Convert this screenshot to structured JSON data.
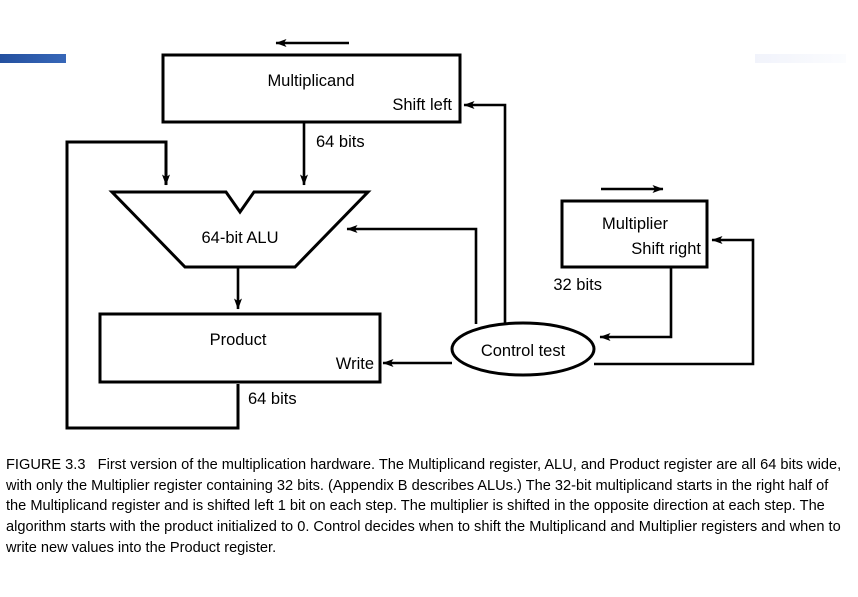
{
  "figure": {
    "accent_color": "#2a58ad",
    "blocks": {
      "multiplicand": {
        "label": "Multiplicand",
        "control_label": "Shift left",
        "bus_label": "64 bits"
      },
      "alu": {
        "label": "64-bit ALU"
      },
      "product": {
        "label": "Product",
        "control_label": "Write",
        "bus_label": "64 bits"
      },
      "multiplier": {
        "label": "Multiplier",
        "control_label": "Shift right",
        "bus_label": "32 bits"
      },
      "control": {
        "label": "Control test"
      }
    },
    "annotations": {
      "shift_left_direction_arrow": "left-arrow",
      "shift_right_direction_arrow": "right-arrow"
    }
  },
  "caption": {
    "figure_number": "FIGURE 3.3",
    "text": "First version of the multiplication hardware. The Multiplicand register, ALU, and Product register are all 64 bits wide, with only the Multiplier register containing 32 bits. (Appendix B describes ALUs.) The 32-bit multiplicand starts in the right half of the Multiplicand register and is shifted left 1 bit on each step. The multiplier is shifted in the opposite direction at each step. The algorithm starts with the product initialized to 0. Control decides when to shift the Multiplicand and Multiplier registers and when to write new values into the Product register."
  }
}
